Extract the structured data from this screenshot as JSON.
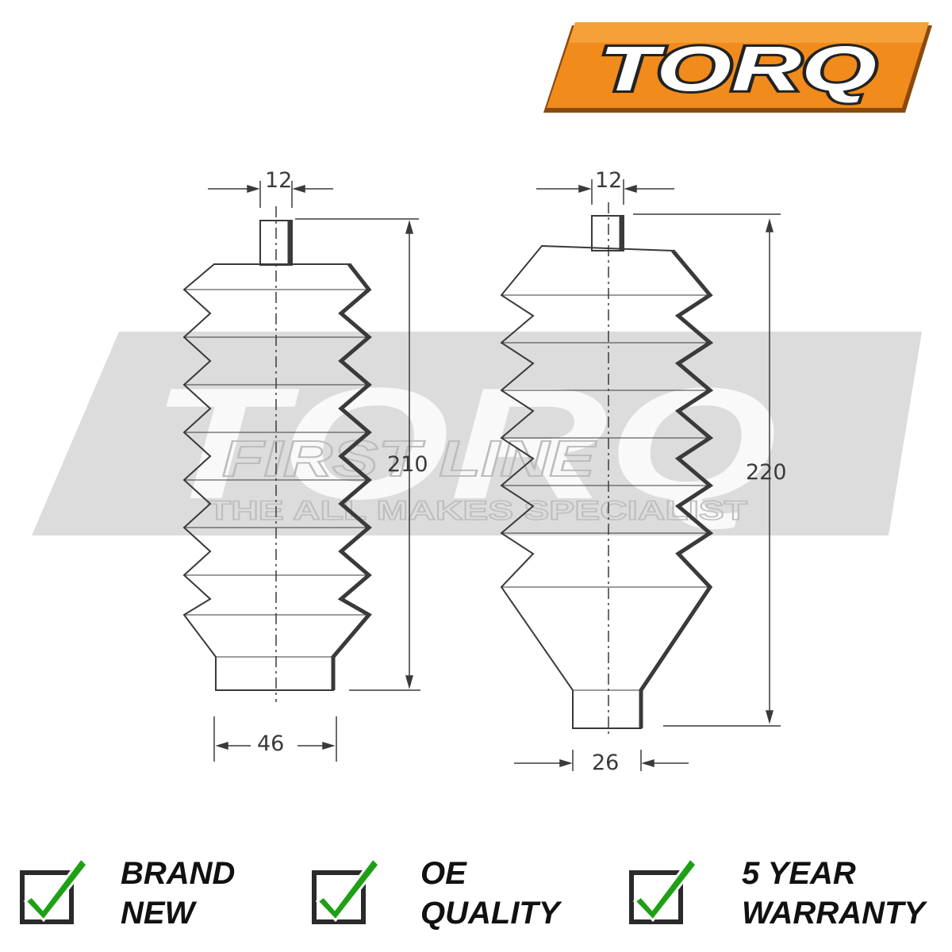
{
  "brand": {
    "logo_text": "TORQ",
    "watermark_text": "TORQ",
    "watermark_subtext": "FIRST LINE",
    "watermark_tagline": "THE ALL MAKES SPECIALIST",
    "colors": {
      "logo_orange": "#f08b1c",
      "logo_shadow": "#8a4a0b",
      "watermark_grey": "#d8d8d8",
      "check_green": "#1ea014"
    }
  },
  "drawing": {
    "left_boot": {
      "top_width_label": "12",
      "height_label": "210",
      "bottom_width_label": "46"
    },
    "right_boot": {
      "top_width_label": "12",
      "height_label": "220",
      "bottom_width_label": "26"
    }
  },
  "badges": [
    {
      "icon": "checkmark-icon",
      "line1": "BRAND",
      "line2": "NEW"
    },
    {
      "icon": "checkmark-icon",
      "line1": "OE",
      "line2": "QUALITY"
    },
    {
      "icon": "checkmark-icon",
      "line1": "5 YEAR",
      "line2": "WARRANTY"
    }
  ]
}
